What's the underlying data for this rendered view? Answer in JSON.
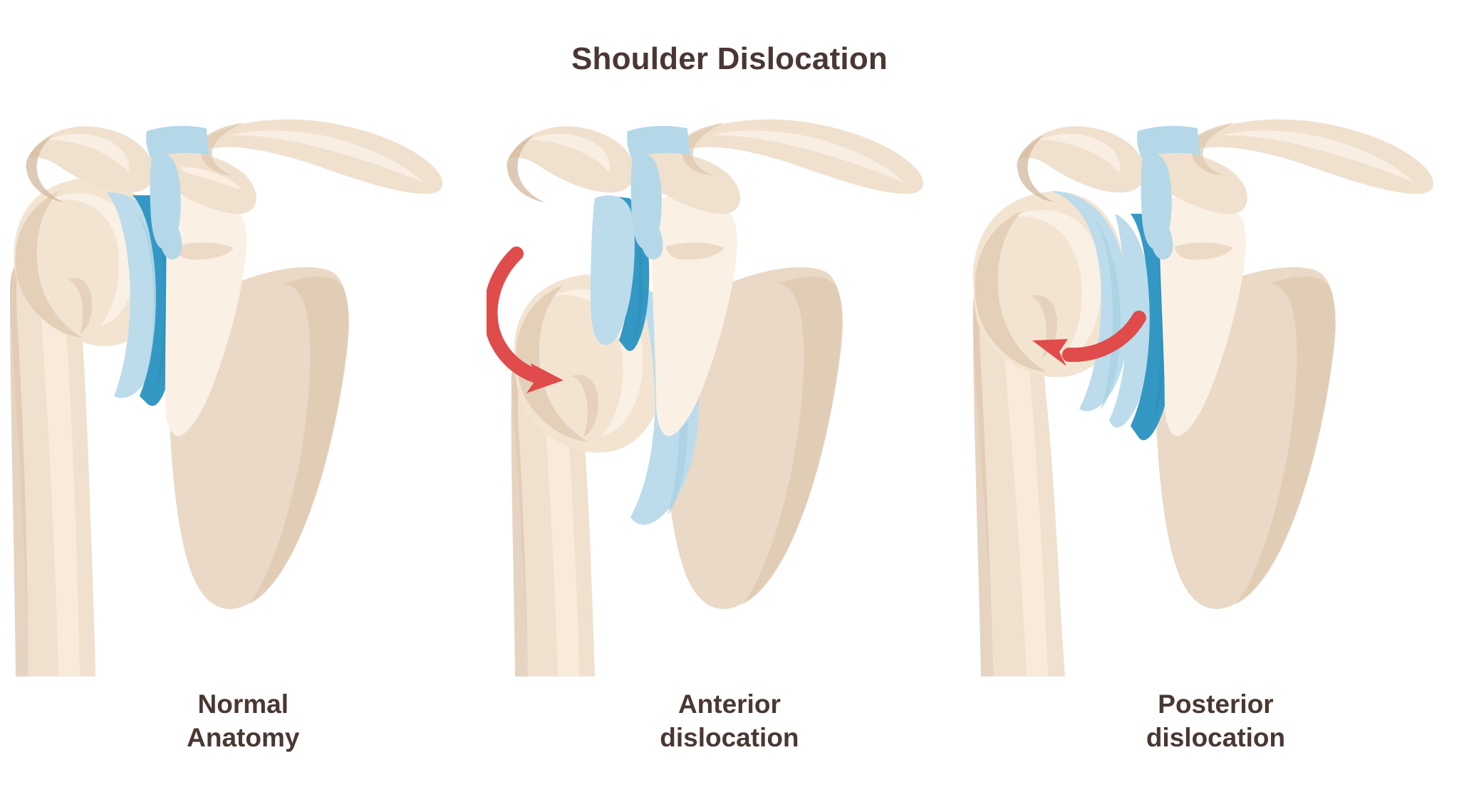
{
  "figure": {
    "title": "Shoulder Dislocation",
    "title_color": "#4a3733",
    "background_color": "#ffffff",
    "caption_color": "#4a3733"
  },
  "palette": {
    "bone_light": "#faf0e4",
    "bone_base": "#f0e0ce",
    "bone_mid": "#e8d5bf",
    "bone_shadow": "#ddc6ae",
    "bone_deep_shadow": "#d2b89e",
    "bone_highlight": "#fdf7ef",
    "scapula_body": "#ead9c6",
    "cartilage_light": "#bcdcec",
    "cartilage_mid": "#a6cfe3",
    "labrum_blue": "#3399c4",
    "ligament_blue": "#b4d8e8",
    "arrow_red": "#e04b4b",
    "arrow_red_dark": "#d63f3f"
  },
  "panels": [
    {
      "id": "normal-anatomy",
      "caption_line1": "Normal",
      "caption_line2": "Anatomy",
      "has_arrow": false,
      "arrow_direction": "",
      "structures": [
        "clavicle",
        "acromioclavicular-ligament",
        "acromion",
        "coracoacromial-ligament",
        "coracoid-process",
        "humeral-head",
        "articular-cartilage",
        "glenoid-labrum",
        "glenoid-fossa",
        "scapula-body",
        "humerus-shaft"
      ]
    },
    {
      "id": "anterior-dislocation",
      "caption_line1": "Anterior",
      "caption_line2": "dislocation",
      "has_arrow": true,
      "arrow_direction": "curved-down-forward",
      "structures": [
        "clavicle",
        "acromioclavicular-ligament",
        "acromion",
        "coracoacromial-ligament",
        "coracoid-process",
        "displaced-humeral-head",
        "articular-cartilage",
        "glenoid-labrum",
        "glenoid-fossa",
        "scapula-body",
        "humerus-shaft",
        "dislocation-arrow"
      ]
    },
    {
      "id": "posterior-dislocation",
      "caption_line1": "Posterior",
      "caption_line2": "dislocation",
      "has_arrow": true,
      "arrow_direction": "curved-left-backward",
      "structures": [
        "clavicle",
        "acromioclavicular-ligament",
        "acromion",
        "coracoacromial-ligament",
        "coracoid-process",
        "displaced-humeral-head",
        "articular-cartilage",
        "glenoid-labrum",
        "glenoid-fossa",
        "scapula-body",
        "humerus-shaft",
        "dislocation-arrow"
      ]
    }
  ]
}
